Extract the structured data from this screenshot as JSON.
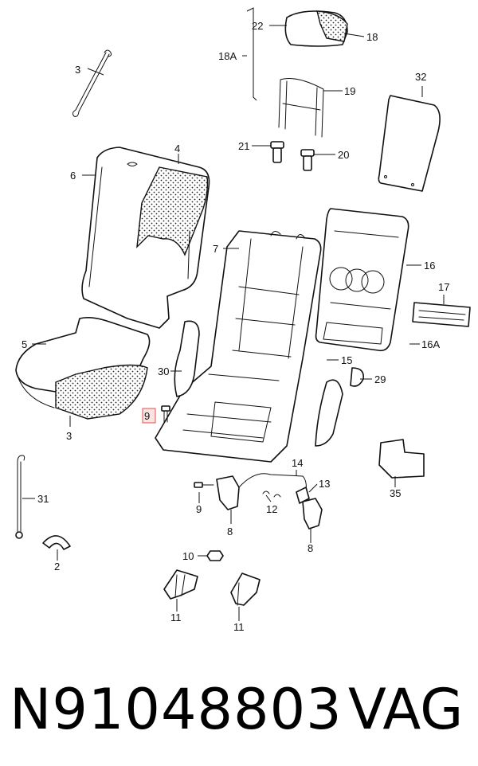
{
  "callouts": {
    "c2": "2",
    "c3a": "3",
    "c3b": "3",
    "c4": "4",
    "c5": "5",
    "c6": "6",
    "c7": "7",
    "c8a": "8",
    "c8b": "8",
    "c9a": "9",
    "c9b": "9",
    "c10": "10",
    "c11a": "11",
    "c11b": "11",
    "c12": "12",
    "c13": "13",
    "c14": "14",
    "c15": "15",
    "c16": "16",
    "c16a": "16A",
    "c17": "17",
    "c18": "18",
    "c18a": "18A",
    "c19": "19",
    "c20": "20",
    "c21": "21",
    "c22": "22",
    "c29": "29",
    "c30": "30",
    "c31": "31",
    "c32": "32",
    "c35": "35"
  },
  "highlighted_callout": "9",
  "footer": {
    "part_number": "N91048803",
    "brand": "VAG"
  }
}
